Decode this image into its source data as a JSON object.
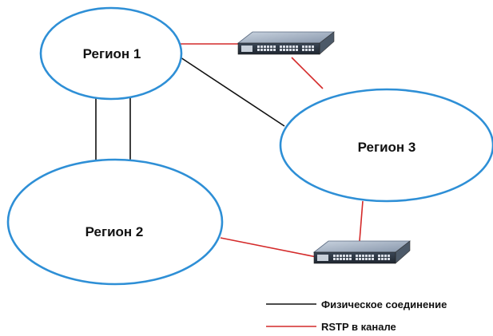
{
  "regions": [
    {
      "id": "region-1",
      "label": "Регион 1"
    },
    {
      "id": "region-2",
      "label": "Регион 2"
    },
    {
      "id": "region-3",
      "label": "Регион 3"
    }
  ],
  "legend": {
    "physical": {
      "label": "Физическое соединение",
      "color": "#111111"
    },
    "rstp": {
      "label": "RSTP в канале",
      "color": "#d42a2a"
    }
  },
  "colors": {
    "region_outline": "#2e8fd6",
    "switch_body": "#7c8fa8",
    "switch_front": "#2a3340"
  },
  "icons": [
    "network-switch-icon",
    "network-switch-icon"
  ]
}
